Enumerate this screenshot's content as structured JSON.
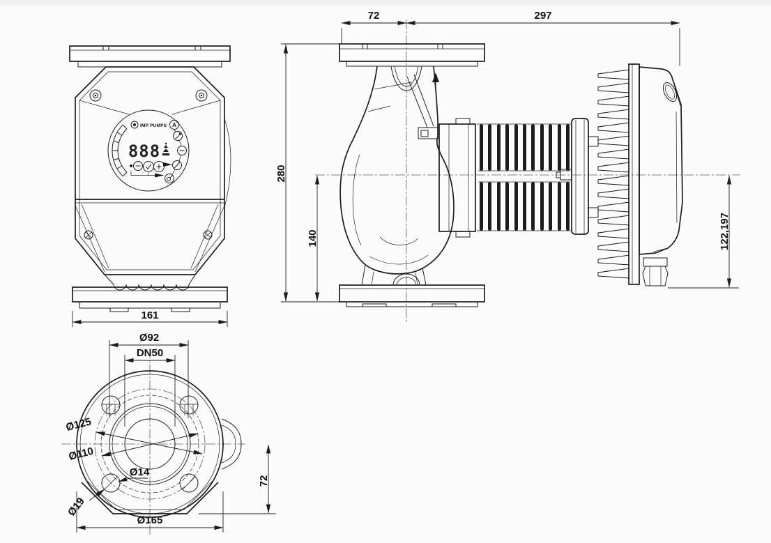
{
  "colors": {
    "background": "#fcfcfc",
    "line": "#1c1c1c"
  },
  "front_view": {
    "width_dim": "161"
  },
  "side_view": {
    "flange_to_axis_dim": "72",
    "axis_to_box_dim": "297",
    "total_height_dim": "280",
    "axis_to_base_dim": "140",
    "axis_to_gland_dim": "122,197"
  },
  "bottom_view": {
    "raised_face_dim": "Ø92",
    "nominal_bore_dim": "DN50",
    "bolt_circle_dim": "Ø125",
    "recess_dim": "Ø110",
    "bolt_hole_dim": "Ø14",
    "counterbore_dim": "Ø19",
    "axis_to_base_dim": "72",
    "flange_outer_dim": "Ø165"
  },
  "control_panel": {
    "brand": "IMP PUMPS",
    "auto_badge": "A",
    "display_value": "888"
  }
}
